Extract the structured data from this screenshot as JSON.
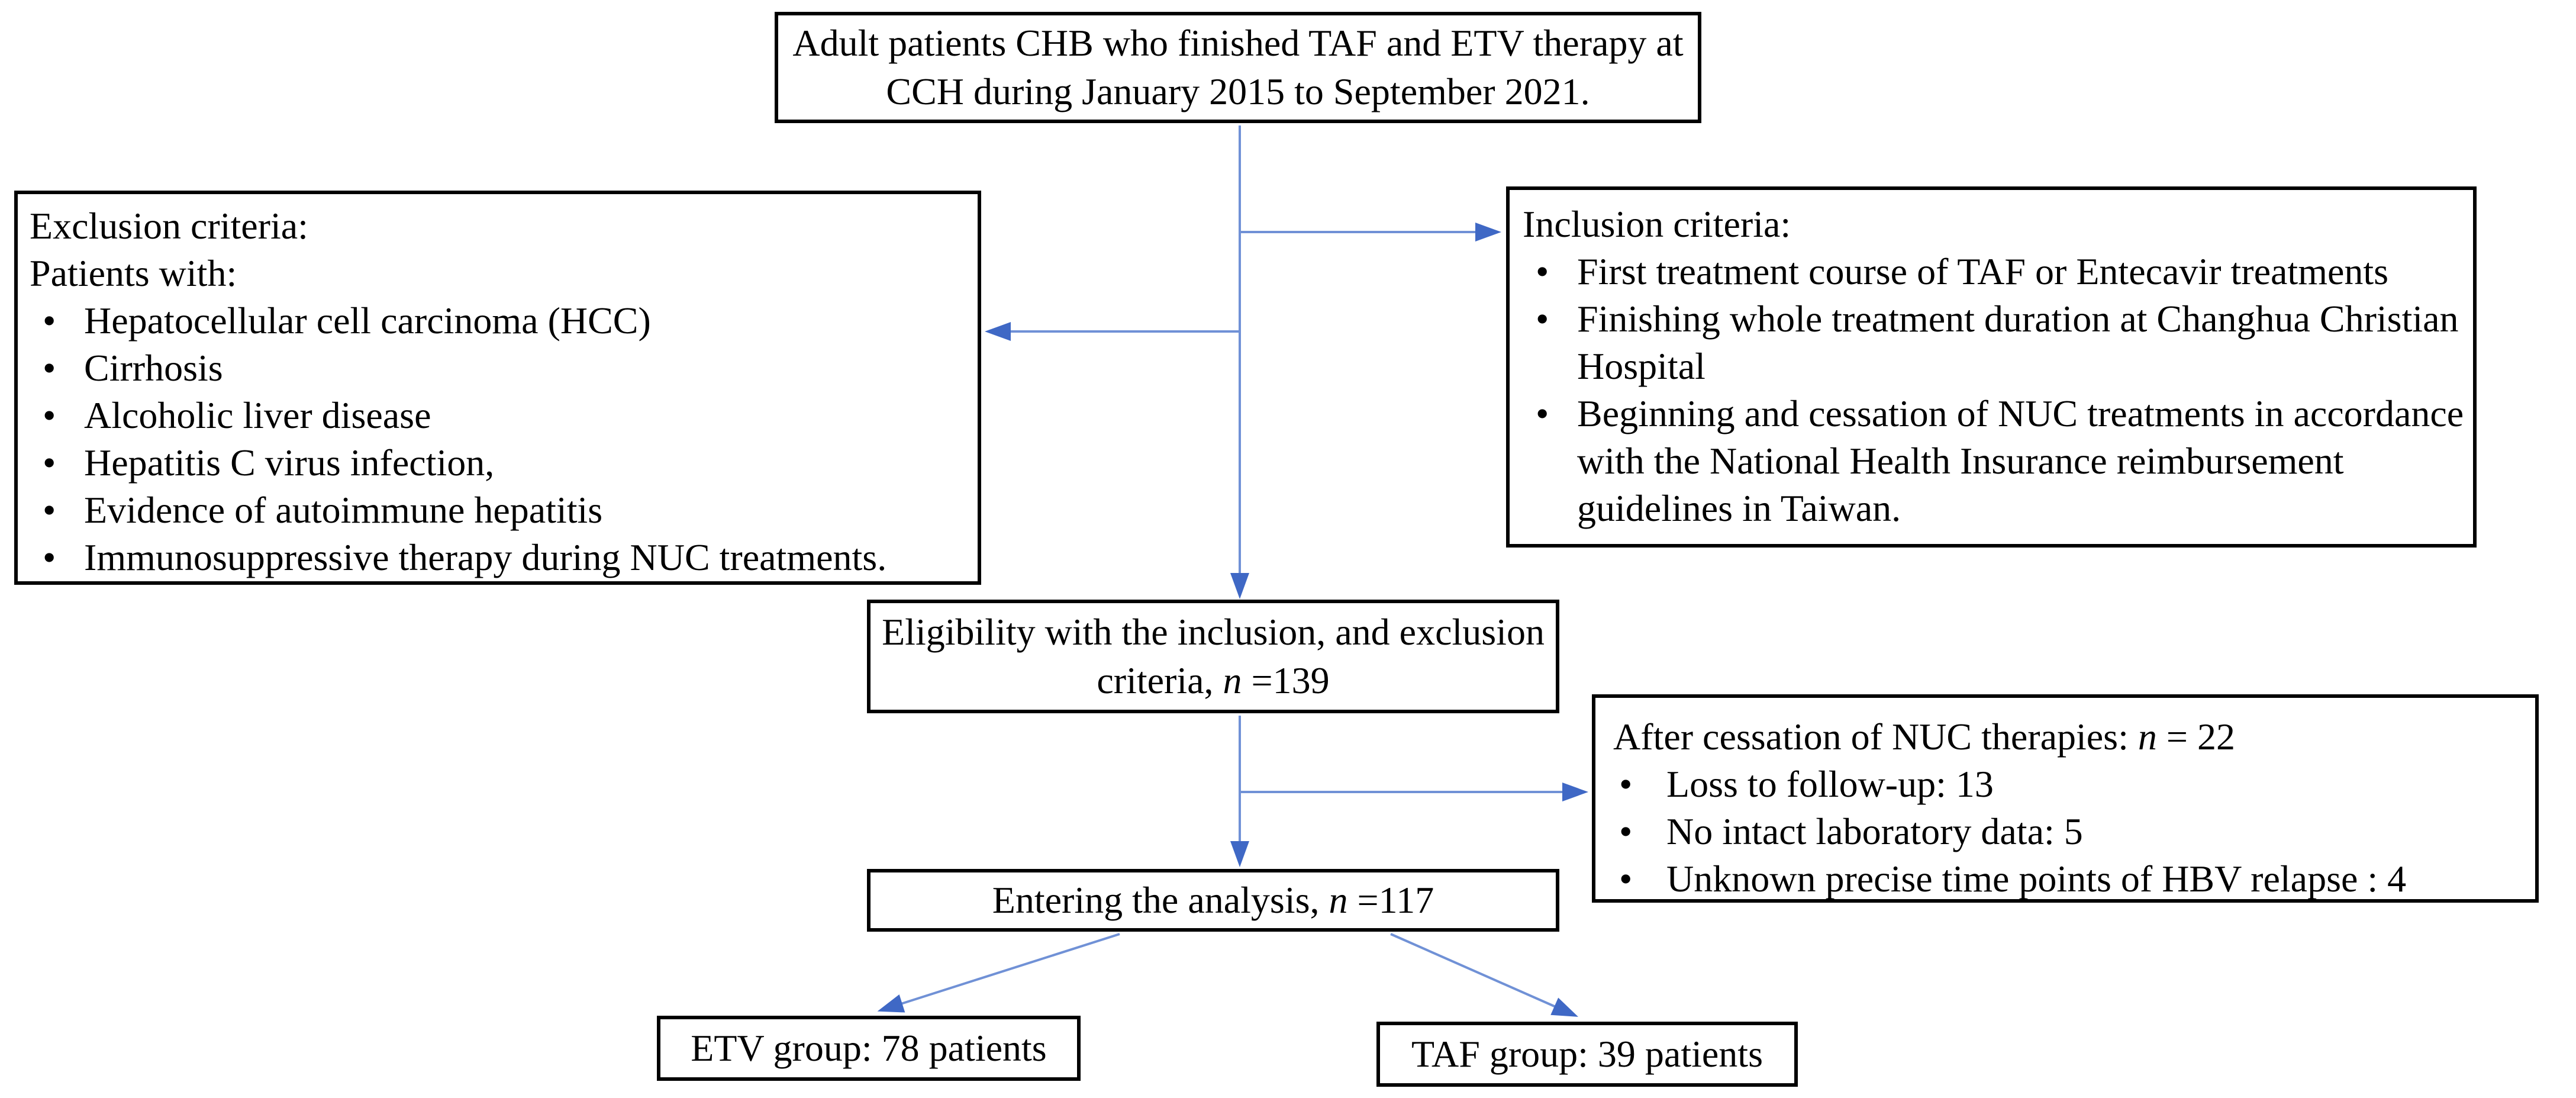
{
  "colors": {
    "box_border": "#000000",
    "text": "#000000",
    "arrow_line": "#7091d6",
    "arrow_head": "#3f68c5",
    "background": "#ffffff"
  },
  "bullet_char": "•",
  "boxes": {
    "top": {
      "lines": [
        "Adult patients CHB who finished TAF and ETV therapy at",
        "CCH during January 2015 to September 2021."
      ]
    },
    "exclusion": {
      "header_lines": [
        "Exclusion criteria:",
        "Patients with:"
      ],
      "bullets": [
        "Hepatocellular cell carcinoma (HCC)",
        "Cirrhosis",
        "Alcoholic liver disease",
        "Hepatitis C virus infection,",
        "Evidence of autoimmune hepatitis",
        "Immunosuppressive therapy during NUC treatments."
      ]
    },
    "inclusion": {
      "header": "Inclusion criteria:",
      "bullets": [
        {
          "lines": [
            "First treatment course of TAF or Entecavir treatments"
          ]
        },
        {
          "lines": [
            "Finishing whole treatment duration at Changhua Christian",
            "Hospital"
          ]
        },
        {
          "lines": [
            "Beginning and cessation of NUC treatments in accordance",
            "with the National Health Insurance reimbursement",
            "guidelines in Taiwan."
          ]
        }
      ]
    },
    "eligibility": {
      "line1": "Eligibility with the inclusion, and exclusion",
      "line2_prefix": "criteria, ",
      "n": "n",
      "line2_suffix": " =139"
    },
    "after_cessation": {
      "title_prefix": "After cessation of NUC therapies: ",
      "n": "n",
      "title_suffix": " = 22",
      "bullets": [
        "Loss to follow-up: 13",
        "No intact laboratory data: 5",
        "Unknown precise time points of HBV relapse : 4"
      ]
    },
    "entering": {
      "prefix": "Entering the analysis, ",
      "n": "n",
      "suffix": " =117"
    },
    "etv": {
      "label": "ETV group: 78 patients"
    },
    "taf": {
      "label": "TAF group: 39 patients"
    }
  }
}
